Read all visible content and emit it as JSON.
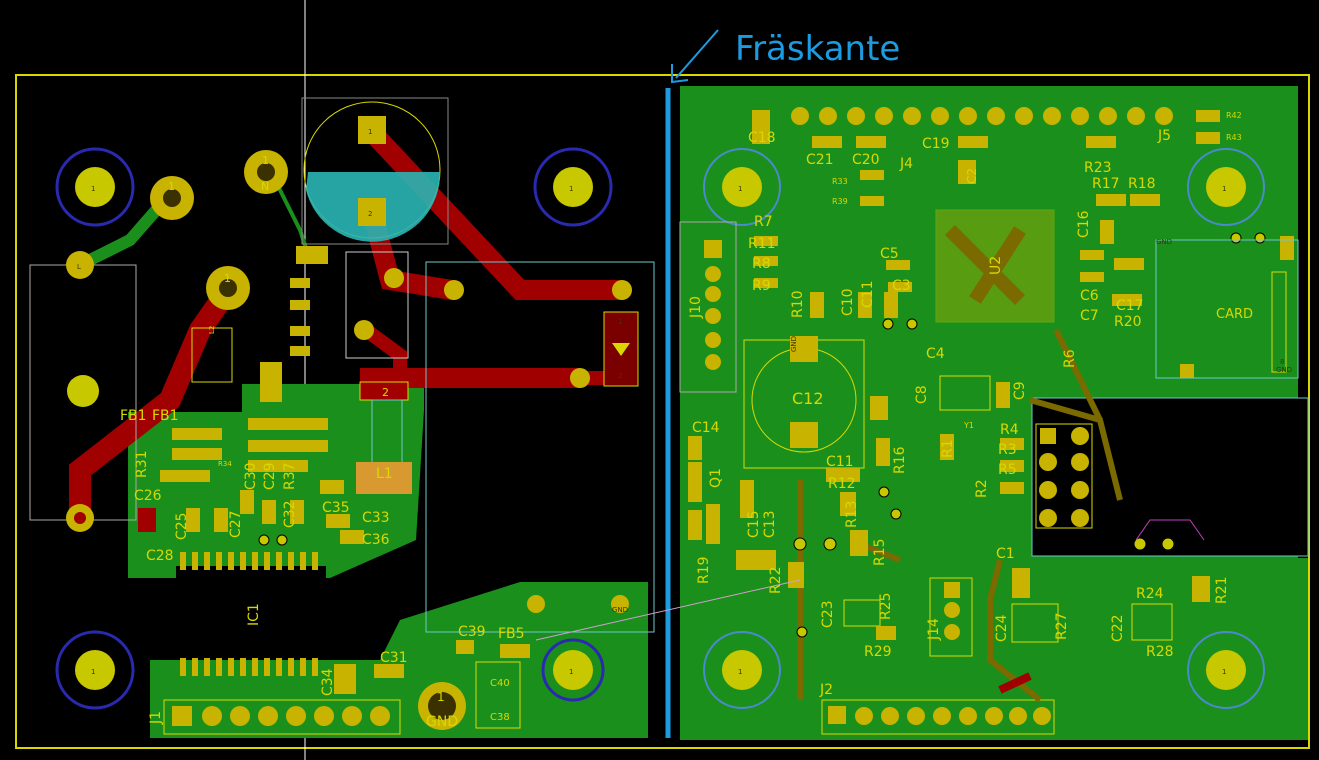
{
  "annotation": {
    "text": "Fräskante",
    "color": "#1d9be0"
  },
  "colors": {
    "background": "#000000",
    "copper_fill": "#1b8f1b",
    "copper_fill_dark": "#0f6a10",
    "track_red": "#a00000",
    "track_olive": "#7a6a00",
    "silkscreen": "#d8d800",
    "pad": "#c8b400",
    "courtyard": "#6ec8c8",
    "edge_cuts": "#d8d800",
    "hole_ring": "#2a2ab0",
    "via_fill": "#c8c800"
  },
  "refdes": {
    "left": [
      "FB1",
      "FB1",
      "R31",
      "C26",
      "C28",
      "C25",
      "C27",
      "C29",
      "C30",
      "R37",
      "C32",
      "C35",
      "C33",
      "C36",
      "R34",
      "L1",
      "IC1",
      "C34",
      "C31",
      "C39",
      "FB5",
      "C40",
      "C38",
      "J1",
      "GND",
      "L2"
    ],
    "right": [
      "C18",
      "C21",
      "C20",
      "C19",
      "J4",
      "C2",
      "J5",
      "R23",
      "R17",
      "R18",
      "C16",
      "R33",
      "R39",
      "R7",
      "R11",
      "R8",
      "R9",
      "R10",
      "C10",
      "C5",
      "C3",
      "C11",
      "U2",
      "C6",
      "C7",
      "C17",
      "R20",
      "CARD",
      "R6",
      "C4",
      "C8",
      "C9",
      "C12",
      "C14",
      "Q1",
      "R1",
      "Y1",
      "R4",
      "R3",
      "R5",
      "R2",
      "J10",
      "R16",
      "C11",
      "R12",
      "R13",
      "C15",
      "C13",
      "R19",
      "R22",
      "R15",
      "C1",
      "C23",
      "R25",
      "R29",
      "J14",
      "C24",
      "R27",
      "R21",
      "R24",
      "C22",
      "R28",
      "J2",
      "R42",
      "R43"
    ]
  },
  "pad_numbers": {
    "one": "1",
    "two": "2",
    "eight": "8",
    "n": "N",
    "l": "L",
    "gnd": "GND"
  }
}
